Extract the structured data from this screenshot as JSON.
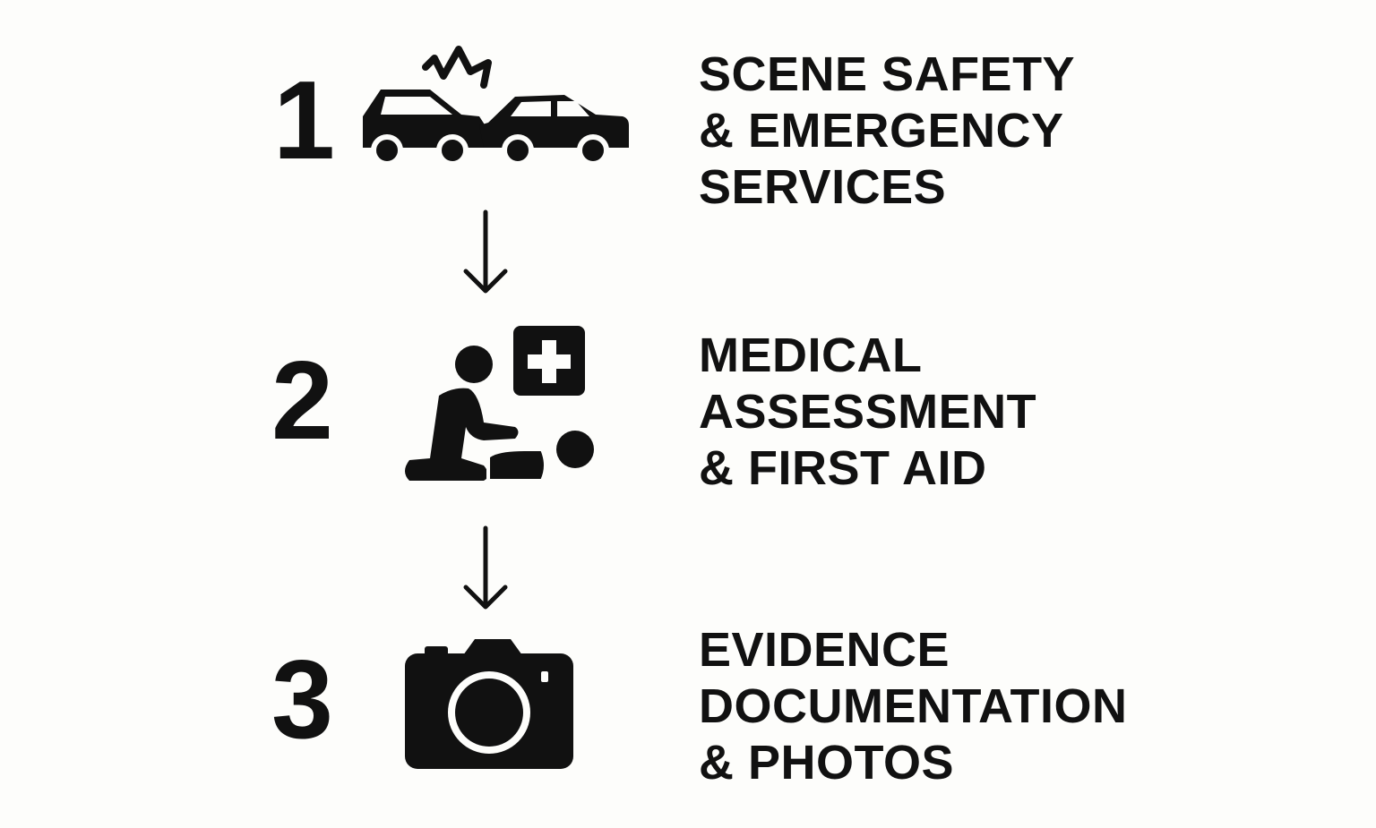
{
  "steps": [
    {
      "number": "1",
      "icon": "car-crash-icon",
      "lines": [
        "SCENE SAFETY",
        "& EMERGENCY",
        "SERVICES"
      ]
    },
    {
      "number": "2",
      "icon": "first-aid-cpr-icon",
      "lines": [
        "MEDICAL",
        "ASSESSMENT",
        "& FIRST AID"
      ]
    },
    {
      "number": "3",
      "icon": "camera-icon",
      "lines": [
        "EVIDENCE",
        "DOCUMENTATION",
        "& PHOTOS"
      ]
    }
  ],
  "colors": {
    "ink": "#111111",
    "background": "#fdfdfb"
  }
}
